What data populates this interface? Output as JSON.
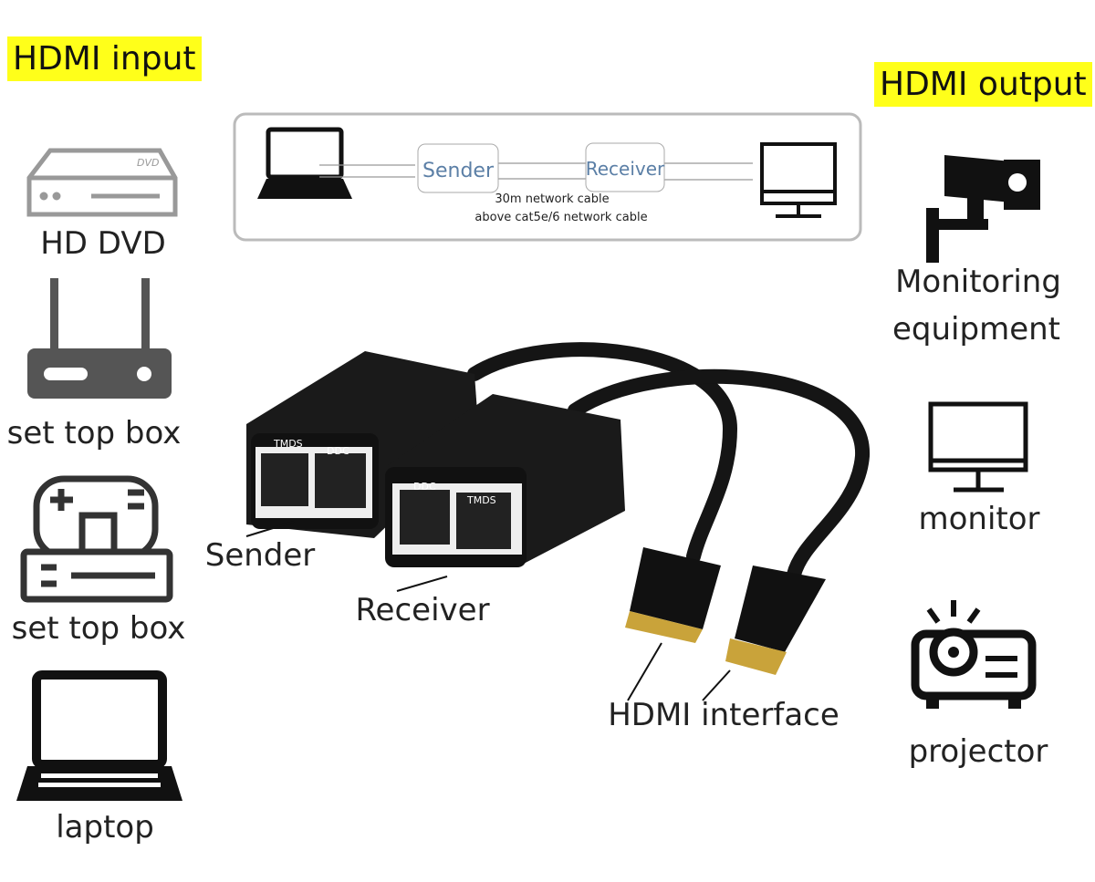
{
  "headers": {
    "input": "HDMI input",
    "output": "HDMI output"
  },
  "highlight_color": "#ffff1a",
  "inputs": [
    {
      "icon": "dvd-player-icon",
      "label": "HD DVD",
      "icon_text": "DVD"
    },
    {
      "icon": "router-set-top-box-icon",
      "label": "set top box"
    },
    {
      "icon": "game-console-icon",
      "label": "set top box"
    },
    {
      "icon": "laptop-icon",
      "label": "laptop"
    }
  ],
  "outputs": [
    {
      "icon": "security-camera-icon",
      "label_lines": [
        "Monitoring",
        "equipment"
      ]
    },
    {
      "icon": "monitor-icon",
      "label": "monitor"
    },
    {
      "icon": "projector-icon",
      "label": "projector"
    }
  ],
  "diagram": {
    "sender": "Sender",
    "receiver": "Receiver",
    "cable_line1": "30m network cable",
    "cable_line2": "above cat5e/6 network cable",
    "box_text_color": "#5b7fa6"
  },
  "product": {
    "sender_ports": [
      "TMDS",
      "DDC"
    ],
    "receiver_ports": [
      "DDC",
      "TMDS"
    ],
    "sender_label": "Sender",
    "receiver_label": "Receiver",
    "hdmi_label": "HDMI interface"
  }
}
